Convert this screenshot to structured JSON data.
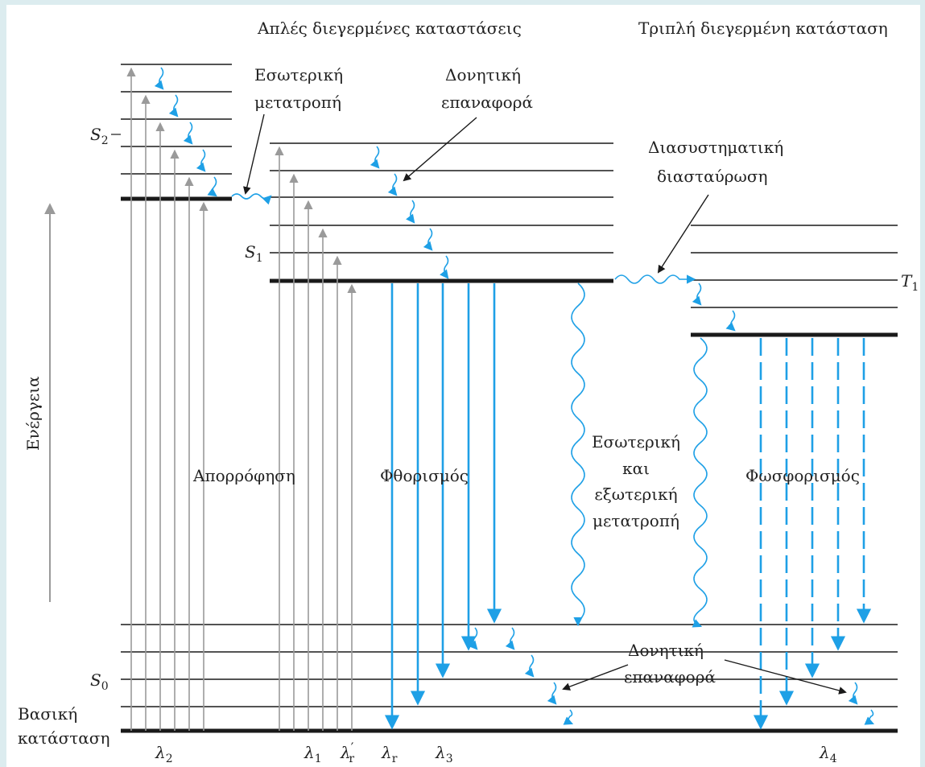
{
  "labels": {
    "singlets_title": "Απλές διεγερμένες καταστάσεις",
    "triplet_title": "Τριπλή διεγερμένη κατάσταση",
    "internal_conversion_top": [
      "Εσωτερική",
      "μετατροπή"
    ],
    "vibrational_relaxation_top": [
      "Δονητική",
      "επαναφορά"
    ],
    "intersystem_crossing": [
      "Διασυστηματική",
      "διασταύρωση"
    ],
    "energy_axis": "Ενέργεια",
    "absorption": "Απορρόφηση",
    "fluorescence": "Φθορισμός",
    "int_ext_conversion": [
      "Εσωτερική",
      "και",
      "εξωτερική",
      "μετατροπή"
    ],
    "phosphorescence": "Φωσφορισμός",
    "vibrational_relaxation_bottom": [
      "Δονητική",
      "επαναφορά"
    ],
    "ground_state": [
      "Βασική",
      "κατάσταση"
    ]
  },
  "states": {
    "S2": {
      "letter": "S",
      "sub": "2"
    },
    "S1": {
      "letter": "S",
      "sub": "1"
    },
    "S0": {
      "letter": "S",
      "sub": "0"
    },
    "T1": {
      "letter": "T",
      "sub": "1"
    }
  },
  "wavelengths": [
    {
      "symbol": "λ",
      "sub": "2",
      "prime": ""
    },
    {
      "symbol": "λ",
      "sub": "1",
      "prime": ""
    },
    {
      "symbol": "λ",
      "sub": "r",
      "prime": "′"
    },
    {
      "symbol": "λ",
      "sub": "r",
      "prime": ""
    },
    {
      "symbol": "λ",
      "sub": "3",
      "prime": ""
    },
    {
      "symbol": "λ",
      "sub": "4",
      "prime": ""
    }
  ],
  "colors": {
    "level": "#1a1a1a",
    "absorption_arrow": "#9a9a9a",
    "emission": "#1ea0e6"
  }
}
